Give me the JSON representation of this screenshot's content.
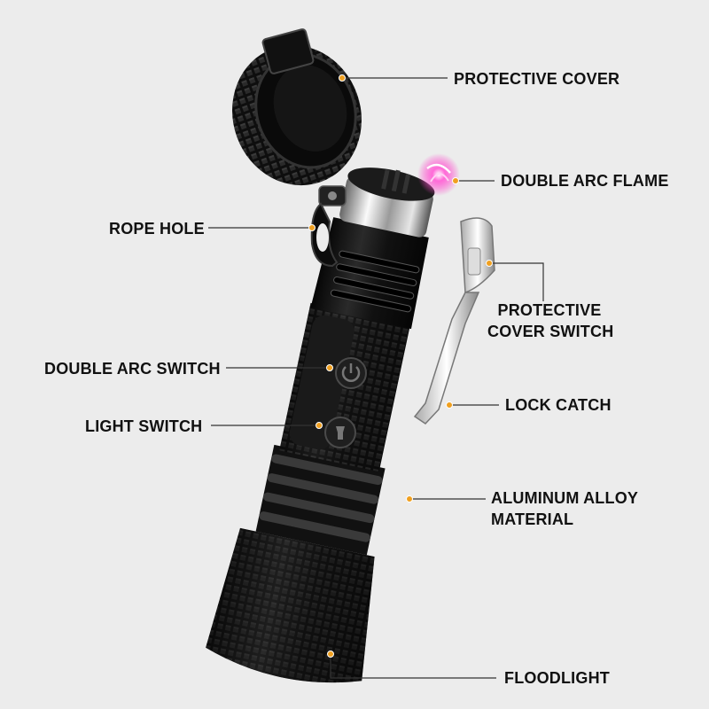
{
  "colors": {
    "background": "#ececec",
    "leader_line": "#333333",
    "dot": "#f0a020",
    "arc": "#ff3cc8",
    "body_black": "#141414"
  },
  "callouts": {
    "protective_cover": "PROTECTIVE COVER",
    "double_arc_flame": "DOUBLE ARC FLAME",
    "rope_hole": "ROPE HOLE",
    "protective_cover_switch_1": "PROTECTIVE",
    "protective_cover_switch_2": "COVER SWITCH",
    "double_arc_switch": "DOUBLE ARC SWITCH",
    "lock_catch": "LOCK CATCH",
    "light_switch": "LIGHT SWITCH",
    "aluminum_1": "ALUMINUM ALLOY",
    "aluminum_2": "MATERIAL",
    "floodlight": "FLOODLIGHT"
  },
  "icons": {
    "power_button": "power-icon",
    "light_button": "flashlight-icon"
  }
}
